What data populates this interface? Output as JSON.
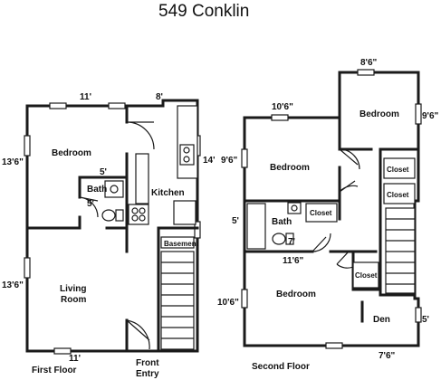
{
  "title": "549 Conklin",
  "first_floor": {
    "caption": "First Floor",
    "rooms": {
      "bedroom": "Bedroom",
      "bath": "Bath",
      "kitchen": "Kitchen",
      "living_1": "Living",
      "living_2": "Room",
      "basement": "Basement",
      "front_1": "Front",
      "front_2": "Entry"
    },
    "dims": {
      "top_11": "11'",
      "top_8": "8'",
      "left_bed": "13'6\"",
      "left_living": "13'6\"",
      "kitchen_14": "14'",
      "bath_5a": "5'",
      "bath_5b": "5'",
      "bottom_11": "11'"
    }
  },
  "second_floor": {
    "caption": "Second  Floor",
    "rooms": {
      "bedroom_a": "Bedroom",
      "bedroom_b": "Bedroom",
      "bedroom_c": "Bedroom",
      "bath": "Bath",
      "closet_bath": "Closet",
      "closet_a": "Closet",
      "closet_b": "Closet",
      "closet_c": "Closet",
      "den": "Den"
    },
    "dims": {
      "top_8_6": "8'6\"",
      "top_10_6": "10'6\"",
      "right_9_6": "9'6\"",
      "left_9_6": "9'6\"",
      "bath_5": "5'",
      "bath_7": "7'",
      "mid_11_6": "11'6\"",
      "left_10_6": "10'6\"",
      "right_5": "5'",
      "bottom_7_6": "7'6\""
    }
  }
}
